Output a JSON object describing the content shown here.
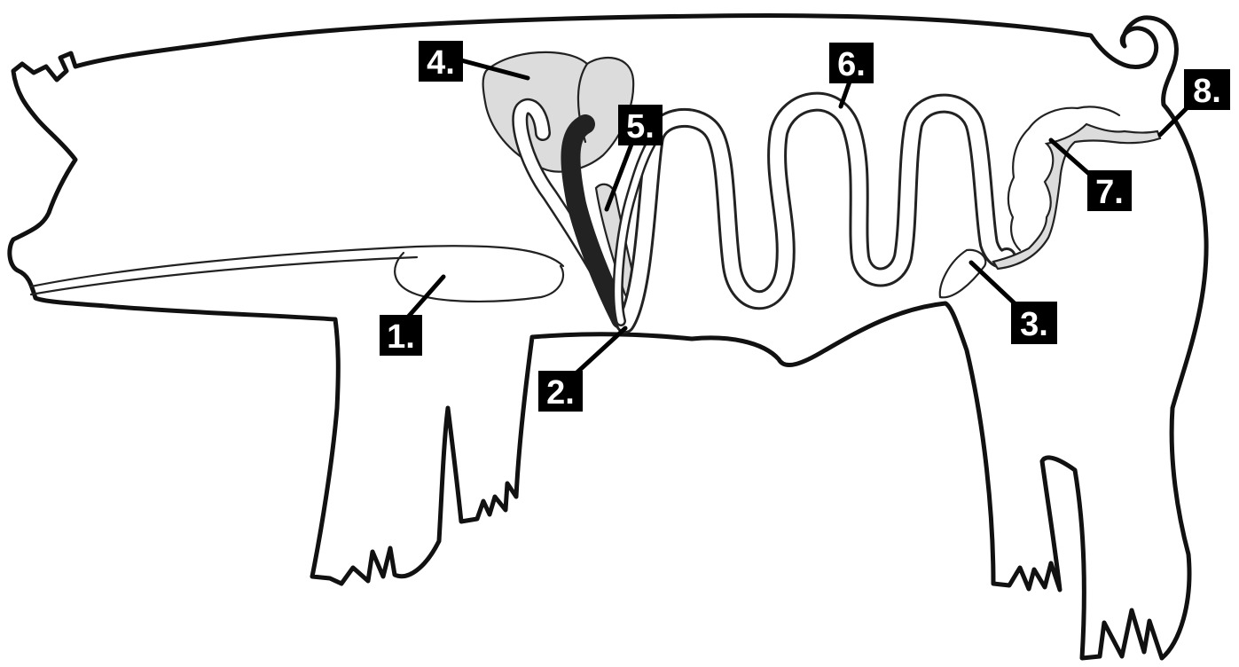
{
  "diagram": {
    "subject": "pig digestive system",
    "labels": [
      {
        "id": "1",
        "text": "1."
      },
      {
        "id": "2",
        "text": "2."
      },
      {
        "id": "3",
        "text": "3."
      },
      {
        "id": "4",
        "text": "4."
      },
      {
        "id": "5",
        "text": "5."
      },
      {
        "id": "6",
        "text": "6."
      },
      {
        "id": "7",
        "text": "7."
      },
      {
        "id": "8",
        "text": "8."
      }
    ],
    "colors": {
      "outline": "#111111",
      "organ_fill": "#dcdcdc",
      "label_box": "#000000",
      "label_text": "#ffffff"
    }
  }
}
